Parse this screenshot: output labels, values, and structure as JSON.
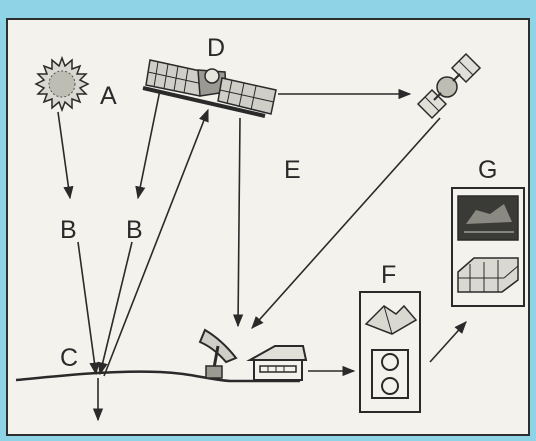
{
  "labels": {
    "a": "A",
    "b_left": "B",
    "b_right": "B",
    "c": "C",
    "d": "D",
    "e": "E",
    "f": "F",
    "g": "G"
  },
  "icons": [
    "sun-icon",
    "satellite-icon",
    "comm-satellite-icon",
    "dish-antenna-icon",
    "ground-station-icon",
    "processing-unit-icon",
    "output-products-icon"
  ],
  "colors": {
    "background": "#8fd3e6",
    "panel": "#f3f2ec",
    "ink": "#2a2a2a"
  }
}
